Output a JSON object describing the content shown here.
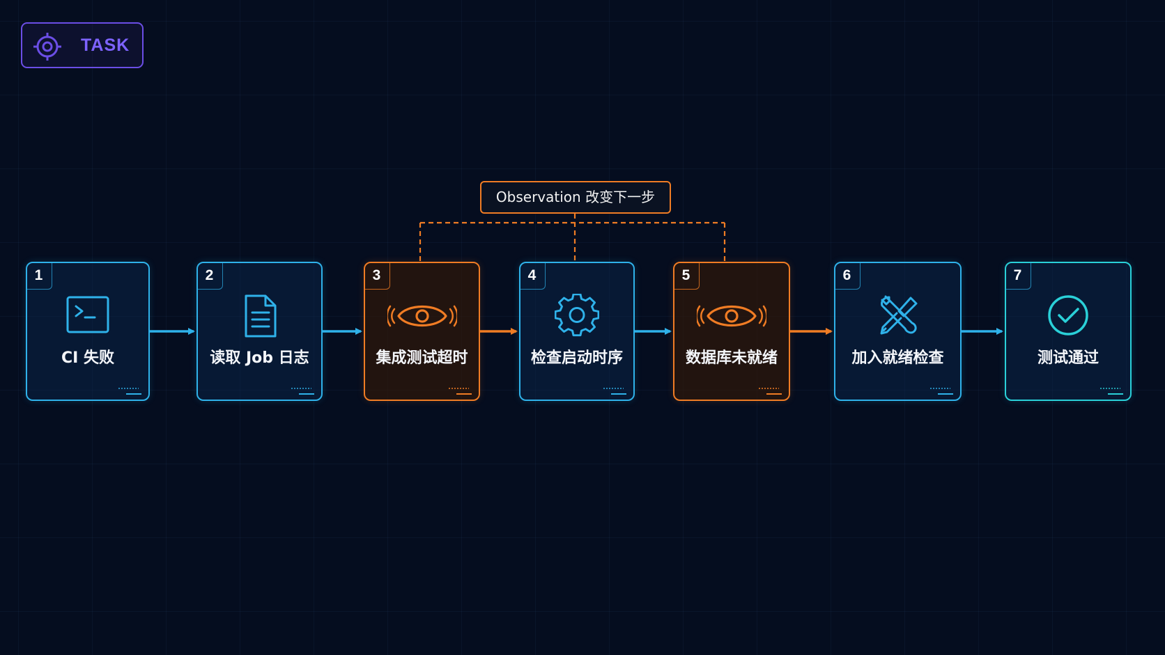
{
  "badge": {
    "label": "TASK",
    "icon": "crosshair-icon"
  },
  "note": {
    "label": "Observation 改变下一步"
  },
  "colors": {
    "background": "#050d1f",
    "step_border": "#2fb2ea",
    "highlight": "#f07c24",
    "success": "#2ad0d8",
    "badge": "#6b4ee6"
  },
  "steps": [
    {
      "num": "1",
      "label": "CI  失败",
      "icon": "terminal-icon",
      "highlight": false
    },
    {
      "num": "2",
      "label": "读取 Job 日志",
      "icon": "document-icon",
      "highlight": false
    },
    {
      "num": "3",
      "label": "集成测试超时",
      "icon": "eye-icon",
      "highlight": true
    },
    {
      "num": "4",
      "label": "检查启动时序",
      "icon": "gear-icon",
      "highlight": false
    },
    {
      "num": "5",
      "label": "数据库未就绪",
      "icon": "eye-icon",
      "highlight": true
    },
    {
      "num": "6",
      "label": "加入就绪检查",
      "icon": "wrench-screwdriver-icon",
      "highlight": false
    },
    {
      "num": "7",
      "label": "测试通过",
      "icon": "check-circle-icon",
      "highlight": false
    }
  ],
  "connectors": [
    {
      "from": "1",
      "to": "2",
      "style": "normal"
    },
    {
      "from": "2",
      "to": "3",
      "style": "normal"
    },
    {
      "from": "3",
      "to": "4",
      "style": "highlight"
    },
    {
      "from": "4",
      "to": "5",
      "style": "normal"
    },
    {
      "from": "5",
      "to": "6",
      "style": "highlight"
    },
    {
      "from": "6",
      "to": "7",
      "style": "normal"
    }
  ],
  "observation_links": [
    "3",
    "4",
    "5"
  ]
}
